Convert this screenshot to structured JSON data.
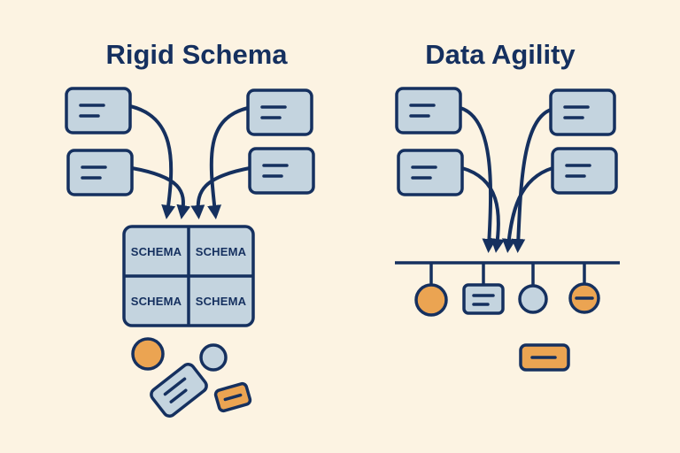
{
  "diagram": {
    "left": {
      "title": "Rigid Schema",
      "schema_labels": [
        "SCHEMA",
        "SCHEMA",
        "SCHEMA",
        "SCHEMA"
      ]
    },
    "right": {
      "title": "Data Agility"
    },
    "icons": {
      "document": "document-icon",
      "arrow": "curved-arrow-icon",
      "circle": "data-circle-icon",
      "minus_circle": "minus-circle-icon",
      "bus": "flexible-data-bus-line"
    },
    "colors": {
      "background": "#FCF3E2",
      "navy": "#15305F",
      "light_blue": "#C4D4DF",
      "orange": "#EBA452"
    }
  }
}
